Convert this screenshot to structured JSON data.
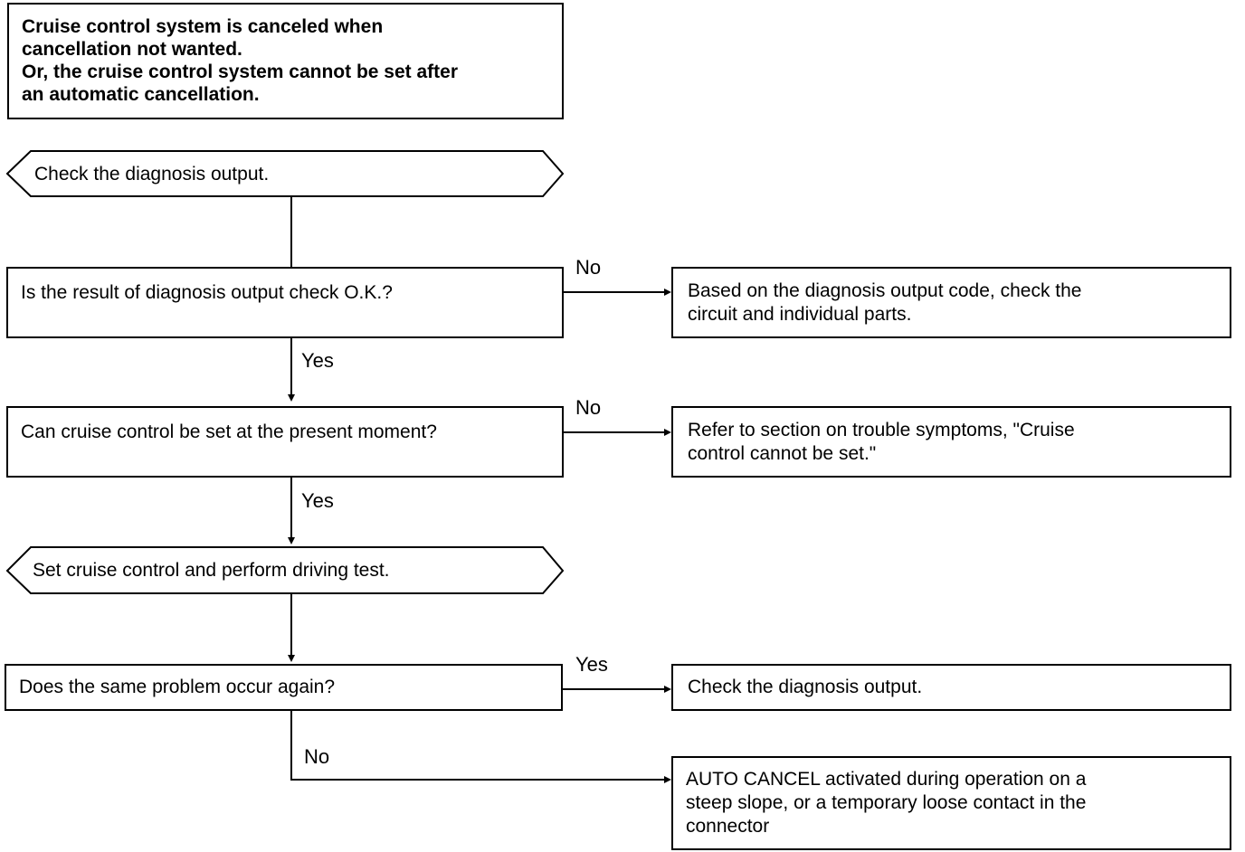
{
  "title_box": "Cruise control system is canceled when\ncancellation not wanted.\nOr, the cruise control system cannot be set after\nan automatic cancellation.",
  "steps": {
    "check_output": "Check the diagnosis output.",
    "q_ok": "Is the result of diagnosis output check O.K.?",
    "q_can_set": "Can cruise control be set at the present moment?",
    "set_test": "Set cruise control and perform driving test.",
    "q_again": "Does the same problem occur again?"
  },
  "results": {
    "r_parts": "Based on the diagnosis output code, check the\ncircuit and individual parts.",
    "r_refer": "Refer to section on trouble symptoms, \"Cruise\ncontrol cannot be set.\"",
    "r_check": "Check the diagnosis output.",
    "r_auto": "AUTO CANCEL activated during operation on a\nsteep slope, or a temporary loose contact in the\nconnector"
  },
  "labels": {
    "no_1": "No",
    "yes_1": "Yes",
    "no_2": "No",
    "yes_2": "Yes",
    "yes_3": "Yes",
    "no_3": "No"
  }
}
